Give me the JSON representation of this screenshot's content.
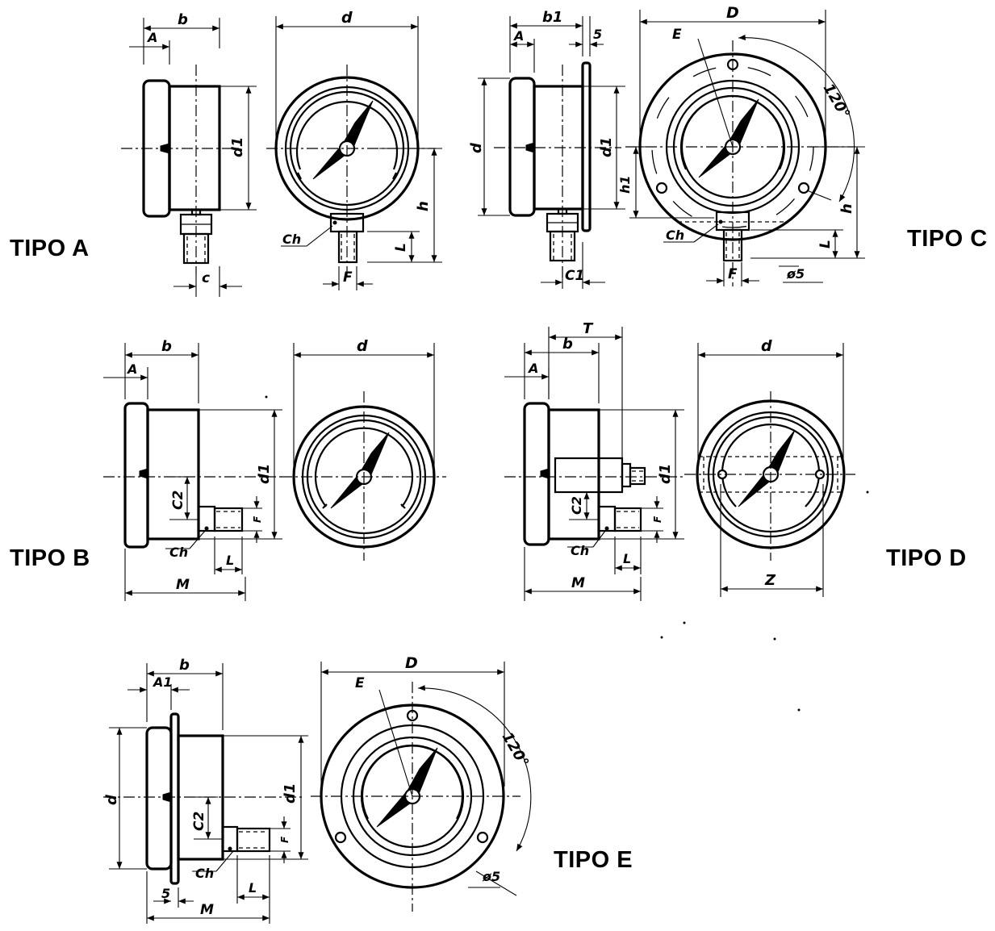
{
  "types": {
    "a": {
      "label": "TIPO A"
    },
    "b": {
      "label": "TIPO B"
    },
    "c": {
      "label": "TIPO C"
    },
    "d": {
      "label": "TIPO D"
    },
    "e": {
      "label": "TIPO E"
    }
  },
  "dimensions": {
    "A": "A",
    "A1": "A1",
    "b": "b",
    "b1": "b1",
    "c": "c",
    "C1": "C1",
    "C2": "C2",
    "d": "d",
    "d1": "d1",
    "D": "D",
    "E": "E",
    "F": "F",
    "h": "h",
    "h1": "h1",
    "L": "L",
    "M": "M",
    "T": "T",
    "Z": "Z",
    "Ch": "Ch",
    "five": "5",
    "angle": "120°",
    "hole": "ø5"
  }
}
